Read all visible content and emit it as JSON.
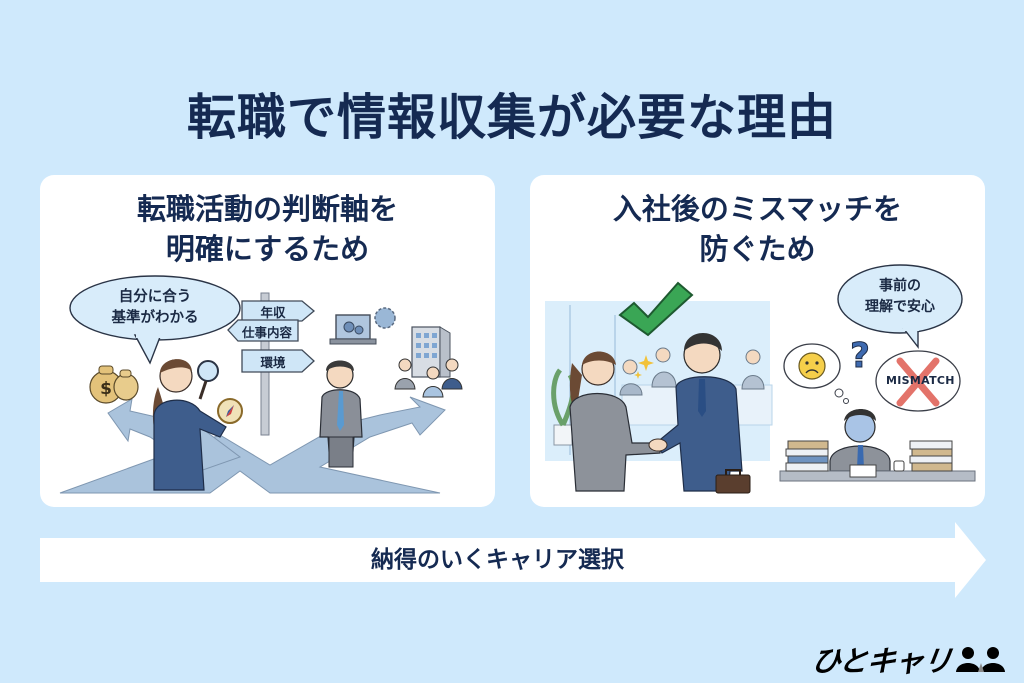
{
  "title": "転職で情報収集が必要な理由",
  "cards": [
    {
      "title_line1": "転職活動の判断軸を",
      "title_line2": "明確にするため",
      "speech_bubble_line1": "自分に合う",
      "speech_bubble_line2": "基準がわかる",
      "signpost": [
        "年収",
        "仕事内容",
        "環境"
      ],
      "icons": [
        "money-bags-icon",
        "magnifier-icon",
        "compass-icon",
        "laptop-gear-icon",
        "office-building-icon",
        "crossroads-arrows-icon"
      ]
    },
    {
      "title_line1": "入社後のミスマッチを",
      "title_line2": "防ぐため",
      "speech_bubble_line1": "事前の",
      "speech_bubble_line2": "理解で安心",
      "mismatch_label": "MISMATCH",
      "question_mark": "?",
      "icons": [
        "checkmark-icon",
        "handshake-icon",
        "sad-face-icon",
        "cross-icon",
        "document-stack-icon"
      ]
    }
  ],
  "arrow_label": "納得のいくキャリア選択",
  "logo": {
    "text": "ひとキャリ",
    "icon": "people-icon"
  },
  "colors": {
    "background": "#cfe9fc",
    "card": "#ffffff",
    "title_text": "#152a52",
    "check_green": "#3aa655",
    "cross_red": "#e0645a",
    "suit_blue": "#3e5d8c"
  }
}
